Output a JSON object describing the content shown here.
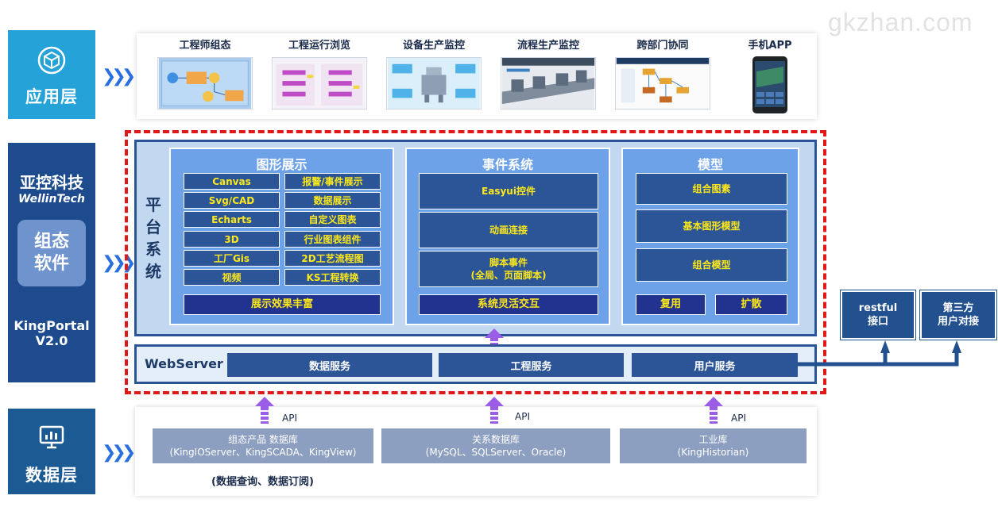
{
  "watermark": "gkzhan.com",
  "layers": {
    "app": "应用层",
    "data": "数据层"
  },
  "company": {
    "cn": "亚控科技",
    "en": "WellinTech",
    "product": "组态\n软件",
    "product_line1": "组态",
    "product_line2": "软件",
    "portal_line1": "KingPortal",
    "portal_line2": "V2.0"
  },
  "apps": [
    {
      "label": "工程师组态"
    },
    {
      "label": "工程运行浏览"
    },
    {
      "label": "设备生产监控"
    },
    {
      "label": "流程生产监控"
    },
    {
      "label": "跨部门协同"
    },
    {
      "label": "手机APP"
    }
  ],
  "platform": {
    "label": "平台系统",
    "graphics": {
      "title": "图形展示",
      "left": [
        "Canvas",
        "Svg/CAD",
        "Echarts",
        "3D",
        "工厂Gis",
        "视频"
      ],
      "right": [
        "报警/事件展示",
        "数据展示",
        "自定义图表",
        "行业图表组件",
        "2D工艺流程图",
        "KS工程转换"
      ],
      "footer": "展示效果丰富"
    },
    "events": {
      "title": "事件系统",
      "items": [
        "Easyui控件",
        "动画连接"
      ],
      "script_line1": "脚本事件",
      "script_line2": "(全局、页面脚本)",
      "footer": "系统灵活交互"
    },
    "model": {
      "title": "模型",
      "items": [
        "组合图素",
        "基本图形模型",
        "组合模型"
      ],
      "reuse": "复用",
      "extend": "扩散"
    }
  },
  "webserver": {
    "label": "WebServer",
    "services": [
      "数据服务",
      "工程服务",
      "用户服务"
    ]
  },
  "external": {
    "restful_line1": "restful",
    "restful_line2": "接口",
    "third_line1": "第三方",
    "third_line2": "用户对接"
  },
  "data_sources": [
    {
      "line1": "组态产品 数据库",
      "line2": "(KingIOServer、KingSCADA、KingView)"
    },
    {
      "line1": "关系数据库",
      "line2": "(MySQL、SQLServer、Oracle)"
    },
    {
      "line1": "工业库",
      "line2": "(KingHistorian)"
    }
  ],
  "api_label": "API",
  "data_note": "(数据查询、数据订阅)",
  "colors": {
    "app_layer": "#25a2d8",
    "platform_border": "#2b5597",
    "dashed_red": "#e01818",
    "cell_text_yellow": "#ffe81a",
    "arrow_purple": "#9b5de5"
  }
}
